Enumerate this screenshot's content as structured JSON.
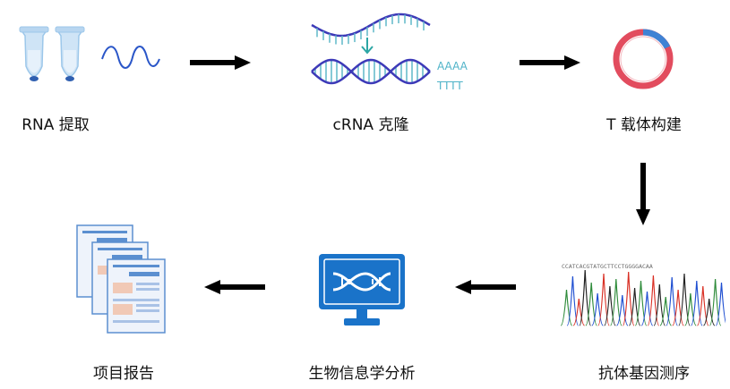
{
  "colors": {
    "arrow": "#000000",
    "dna_strand": "#3d3ab8",
    "dna_rung": "#5fb8c8",
    "tail_text": "#4fb3c8",
    "down_arrow": "#2ca6a4",
    "tube": "#9cc7ea",
    "tube_tip": "#2f5fb0",
    "rna_wave": "#2a56c8",
    "plasmid_red": "#e24c5e",
    "plasmid_blue": "#3f82d4",
    "monitor": "#1a73c9",
    "doc_blue": "#5b8fd0"
  },
  "steps": [
    {
      "label": "RNA 提取",
      "icon": "tubes-rna-icon"
    },
    {
      "label": "cRNA 克隆",
      "icon": "dna-cloning-icon"
    },
    {
      "label": "T 载体构建",
      "icon": "plasmid-icon"
    },
    {
      "label": "抗体基因测序",
      "icon": "sequencing-chromatogram-icon"
    },
    {
      "label": "生物信息学分析",
      "icon": "monitor-dna-icon"
    },
    {
      "label": "项目报告",
      "icon": "report-documents-icon"
    }
  ],
  "clone": {
    "tail_a": "AAAA",
    "tail_t": "TTTT"
  },
  "sequence": "CCATCACGTATGCTTCCTGGGGACAA"
}
